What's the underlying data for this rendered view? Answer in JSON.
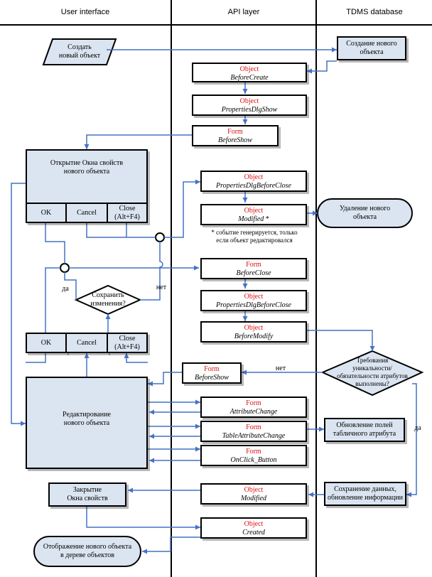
{
  "lanes": [
    "User interface",
    "API layer",
    "TDMS database"
  ],
  "colors": {
    "fill": "#dbe5f1",
    "line": "#4472c4",
    "event": "#d11111"
  },
  "ui": {
    "create": "Создать\nновый объект",
    "props_window": "Открытие Окна свойств\nнового объекта",
    "ok": "OK",
    "cancel": "Cancel",
    "close": "Close\n(Alt+F4)",
    "save_q": "Сохранить\nизменения?",
    "yes": "да",
    "no": "нет",
    "edit": "Редактирование\nнового объекта",
    "close_window": "Закрытие\nОкна свойств",
    "display": "Отображение нового объекта\nв дереве объектов"
  },
  "api": {
    "before_create": {
      "kind": "Object",
      "name": "BeforeCreate"
    },
    "props_dlg_show": {
      "kind": "Object",
      "name": "PropertiesDlgShow"
    },
    "before_show_1": {
      "kind": "Form",
      "name": "BeforeShow"
    },
    "props_dlg_before_close_1": {
      "kind": "Object",
      "name": "PropertiesDlgBeforeClose"
    },
    "modified_1": {
      "kind": "Object",
      "name": "Modified",
      "mark": "*"
    },
    "footnote": "* событие генерируется, только\nесли объект редактировался",
    "before_close": {
      "kind": "Form",
      "name": "BeforeClose"
    },
    "props_dlg_before_close_2": {
      "kind": "Object",
      "name": "PropertiesDlgBeforeClose"
    },
    "before_modify": {
      "kind": "Object",
      "name": "BeforeModify"
    },
    "before_show_2": {
      "kind": "Form",
      "name": "BeforeShow"
    },
    "attribute_change": {
      "kind": "Form",
      "name": "AttributeChange"
    },
    "table_attribute_change": {
      "kind": "Form",
      "name": "TableAttributeChange"
    },
    "onclick_button": {
      "kind": "Form",
      "name": "OnClick_Button"
    },
    "modified_2": {
      "kind": "Object",
      "name": "Modified"
    },
    "created": {
      "kind": "Object",
      "name": "Created"
    }
  },
  "db": {
    "create_new": "Создание нового\nобъекта",
    "delete_new": "Удаление нового\nобъекта",
    "requirements": "Требования\nуникальности/\nобязательности атрибутов\nвыполнены?",
    "no": "нет",
    "yes": "да",
    "update_table": "Обновление полей\nтабличного атрибута",
    "save_data": "Сохранение данных,\nобновление информации"
  }
}
